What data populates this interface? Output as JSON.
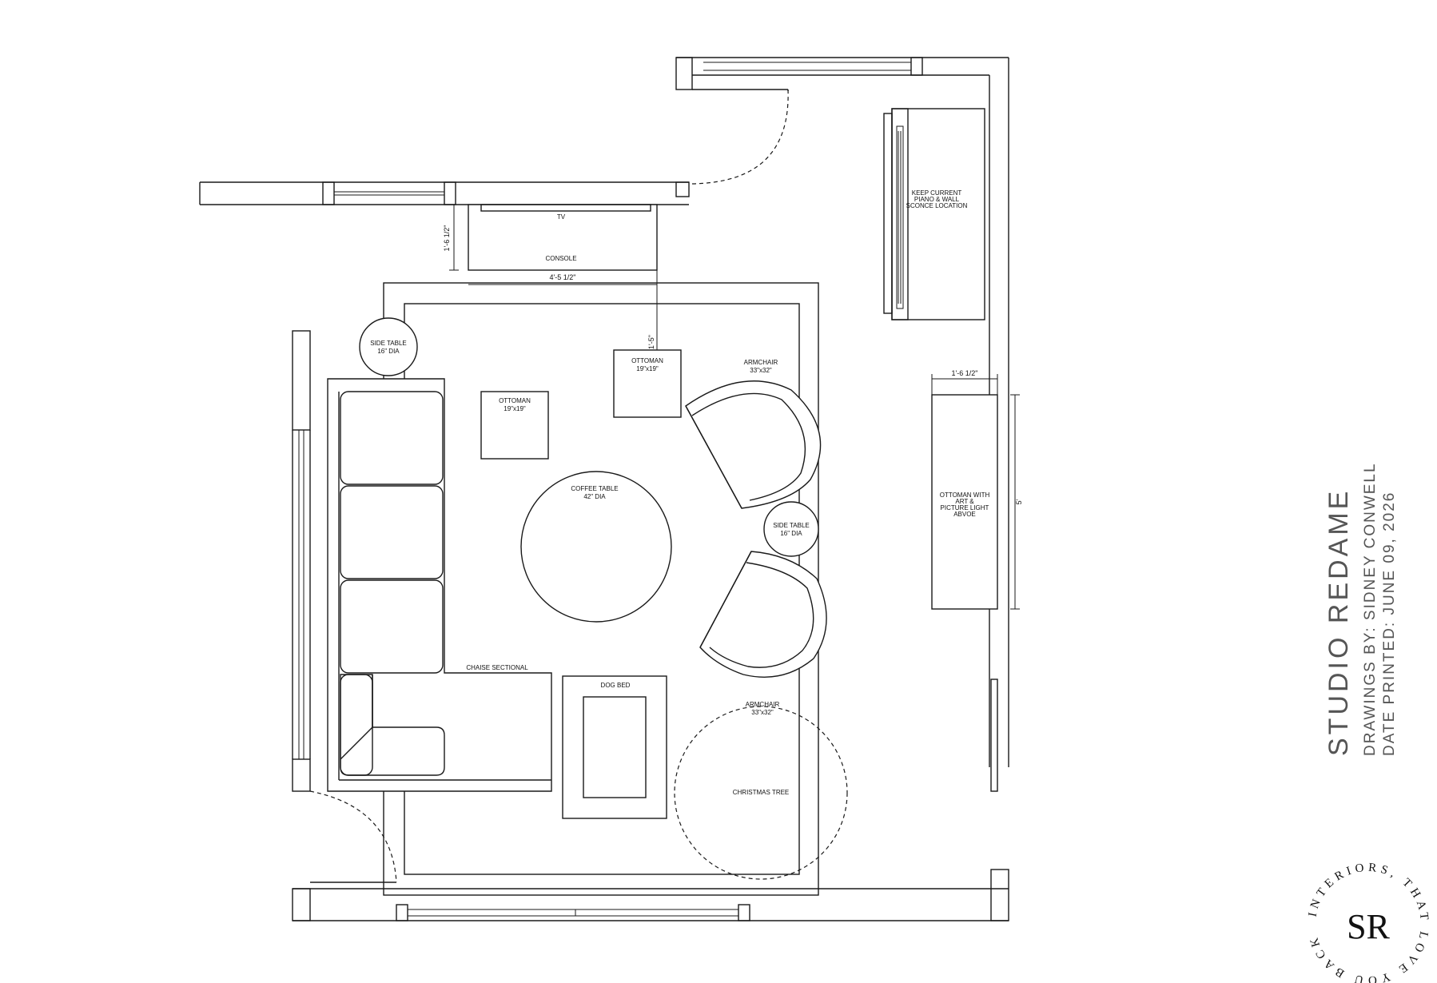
{
  "furniture": {
    "tv": "TV",
    "console": "CONSOLE",
    "side_table_top": {
      "name": "SIDE TABLE",
      "size": "16\" DIA"
    },
    "ottoman_top": {
      "name": "OTTOMAN",
      "size": "19\"x19\""
    },
    "ottoman_left": {
      "name": "OTTOMAN",
      "size": "19\"x19\""
    },
    "armchair_top": {
      "name": "ARMCHAIR",
      "size": "33\"x32\""
    },
    "coffee_table": {
      "name": "COFFEE TABLE",
      "size": "42\" DIA"
    },
    "side_table_mid": {
      "name": "SIDE TABLE",
      "size": "16\" DIA"
    },
    "chaise_sectional": "CHAISE SECTIONAL",
    "dog_bed": "DOG BED",
    "armchair_bottom": {
      "name": "ARMCHAIR",
      "size": "33\"x32\""
    },
    "christmas_tree": "CHRISTMAS TREE",
    "piano_note": [
      "KEEP CURRENT",
      "PIANO & WALL",
      "SCONCE LOCATION"
    ],
    "ottoman_art": [
      "OTTOMAN WITH",
      "ART &",
      "PICTURE LIGHT",
      "ABVOE"
    ]
  },
  "dimensions": {
    "console_depth": "1'-6 1/2\"",
    "console_width": "4'-5 1/2\"",
    "ottoman_offset": "1'-5\"",
    "ottoman_art_depth": "1'-6 1/2\"",
    "ottoman_art_length": "5'"
  },
  "title_block": {
    "studio": "STUDIO REDAME",
    "drawings_by": "DRAWINGS BY: SIDNEY CONWELL",
    "date_printed": "DATE PRINTED: JUNE 09, 2026"
  },
  "logo": {
    "monogram": "SR",
    "tagline": "INTERIORS, THAT LOVE YOU BACK"
  }
}
